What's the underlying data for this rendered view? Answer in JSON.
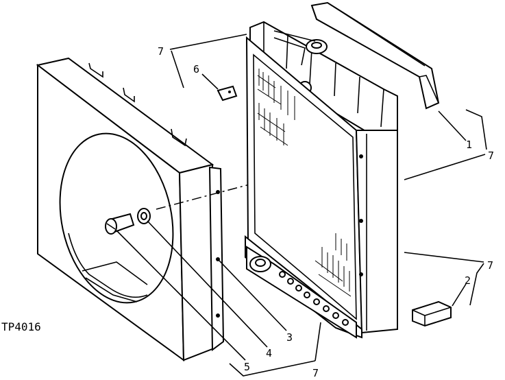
{
  "figure": {
    "id": "TP4016"
  },
  "callouts": [
    {
      "key": "c1",
      "text": "1"
    },
    {
      "key": "c2",
      "text": "2"
    },
    {
      "key": "c3",
      "text": "3"
    },
    {
      "key": "c4",
      "text": "4"
    },
    {
      "key": "c5",
      "text": "5"
    },
    {
      "key": "c6",
      "text": "6"
    },
    {
      "key": "c7a",
      "text": "7"
    },
    {
      "key": "c7b",
      "text": "7"
    },
    {
      "key": "c7c",
      "text": "7"
    },
    {
      "key": "c7d",
      "text": "7"
    }
  ]
}
